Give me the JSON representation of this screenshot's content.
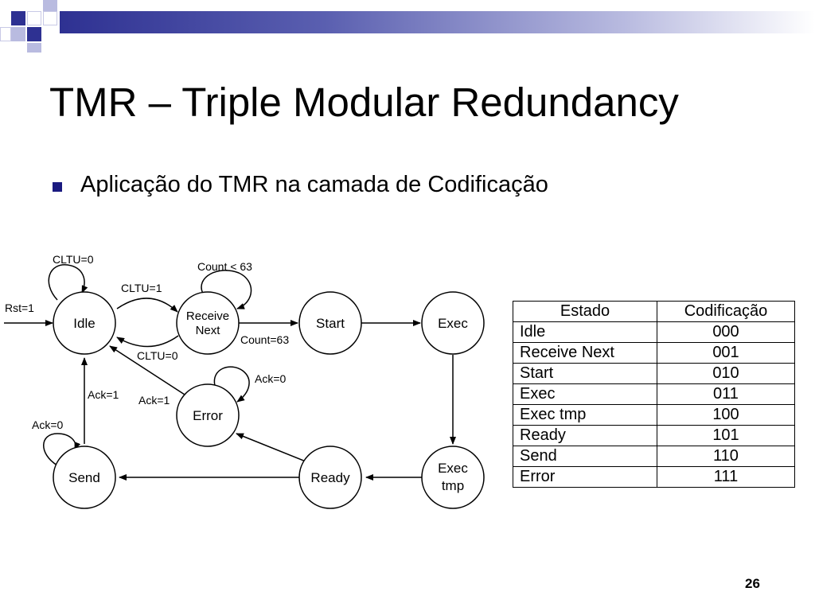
{
  "slide": {
    "title": "TMR – Triple Modular Redundancy",
    "bullet": "Aplicação do TMR na camada de Codificação",
    "page_number": "26"
  },
  "colors": {
    "accent": "#2e3192",
    "bullet": "#1a1a80"
  },
  "diagram": {
    "states": {
      "idle": "Idle",
      "receive_next_1": "Receive",
      "receive_next_2": "Next",
      "start": "Start",
      "exec": "Exec",
      "error": "Error",
      "send": "Send",
      "ready": "Ready",
      "exec_tmp_1": "Exec",
      "exec_tmp_2": "tmp"
    },
    "labels": {
      "rst": "Rst=1",
      "cltu0_loop": "CLTU=0",
      "cltu1": "CLTU=1",
      "count_lt": "Count < 63",
      "count_eq": "Count=63",
      "cltu0_back": "CLTU=0",
      "ack0_error": "Ack=0",
      "ack1_error": "Ack=1",
      "ack1_send": "Ack=1",
      "ack0_send": "Ack=0"
    }
  },
  "table": {
    "headers": [
      "Estado",
      "Codificação"
    ],
    "rows": [
      [
        "Idle",
        "000"
      ],
      [
        "Receive Next",
        "001"
      ],
      [
        "Start",
        "010"
      ],
      [
        "Exec",
        "011"
      ],
      [
        "Exec tmp",
        "100"
      ],
      [
        "Ready",
        "101"
      ],
      [
        "Send",
        "110"
      ],
      [
        "Error",
        "111"
      ]
    ]
  }
}
